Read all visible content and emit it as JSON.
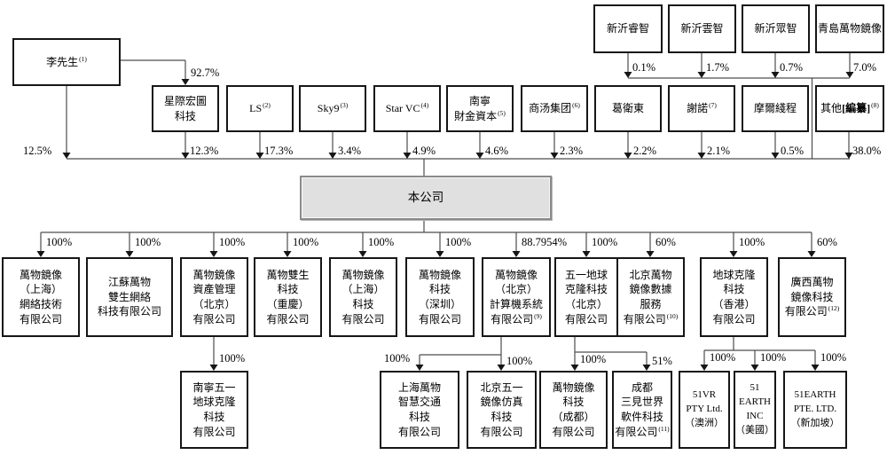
{
  "diagram": {
    "title": "shareholding-structure",
    "company_fill": "#e0e0e0",
    "line_color": "#4d4d4d",
    "border_color": "#161616"
  },
  "nodes": {
    "founder": {
      "text": "李先生",
      "note": "(1)",
      "pct": "12.5%"
    },
    "xinyi_ruizhi": {
      "text": "新沂睿智",
      "pct": "0.1%"
    },
    "xinyi_yunzhi": {
      "text": "新沂雲智",
      "pct": "1.7%"
    },
    "xinyi_zhongzhi": {
      "text": "新沂眾智",
      "pct": "0.7%"
    },
    "qingdao_wanwu": {
      "text": "青島萬物鏡像",
      "pct": "7.0%"
    },
    "xingji": {
      "text": "星際宏圖\n科技",
      "pct_from_founder": "92.7%",
      "pct": "12.3%"
    },
    "ls": {
      "text": "LS",
      "note": "(2)",
      "pct": "17.3%"
    },
    "sky9": {
      "text": "Sky9",
      "note": "(3)",
      "pct": "3.4%"
    },
    "star_vc": {
      "text": "Star VC",
      "note": "(4)",
      "pct": "4.9%"
    },
    "nanning_caijin": {
      "text": "南寧\n財金資本",
      "note": "(5)",
      "pct": "4.6%"
    },
    "shangtang": {
      "text": "商汤集团",
      "note": "(6)",
      "pct": "2.3%"
    },
    "ge_weidong": {
      "text": "葛衛東",
      "pct": "2.2%"
    },
    "xie_nuo": {
      "text": "謝諾",
      "note": "(7)",
      "pct": "2.1%"
    },
    "moore_threads": {
      "text": "摩爾綫程",
      "pct": "0.5%"
    },
    "others": {
      "text": "其他",
      "redacted": "[編纂]",
      "note": "(8)",
      "pct": "38.0%"
    },
    "company": {
      "text": "本公司"
    },
    "sub_shanghai_network": {
      "text": "萬物鏡像\n（上海）\n網絡技術\n有限公司",
      "pct": "100%"
    },
    "sub_jiangsu": {
      "text": "江蘇萬物\n雙生網絡\n科技有限公司",
      "pct": "100%"
    },
    "sub_asset_beijing": {
      "text": "萬物鏡像\n資產管理\n（北京）\n有限公司",
      "pct": "100%"
    },
    "sub_chongqing": {
      "text": "萬物雙生\n科技\n（重慶）\n有限公司",
      "pct": "100%"
    },
    "sub_shanghai_tech": {
      "text": "萬物鏡像\n（上海）\n科技\n有限公司",
      "pct": "100%"
    },
    "sub_shenzhen": {
      "text": "萬物鏡像\n科技\n（深圳）\n有限公司",
      "pct": "100%"
    },
    "sub_beijing_computer": {
      "text": "萬物鏡像\n（北京）\n計算機系統\n有限公司",
      "note": "(9)",
      "pct": "88.7954%"
    },
    "sub_51_earth_clone_bj": {
      "text": "五一地球\n克隆科技\n（北京）\n有限公司",
      "pct": "100%"
    },
    "sub_beijing_data": {
      "text": "北京萬物\n鏡像數據\n服務\n有限公司",
      "note": "(10)",
      "pct": "60%"
    },
    "sub_earth_clone_hk": {
      "text": "地球克隆\n科技\n（香港）\n有限公司",
      "pct": "100%"
    },
    "sub_guangxi": {
      "text": "廣西萬物\n鏡像科技\n有限公司",
      "note": "(12)",
      "pct": "60%"
    },
    "sub2_nanning51": {
      "text": "南寧五一\n地球克隆\n科技\n有限公司",
      "pct": "100%"
    },
    "sub2_shanghai_traffic": {
      "text": "上海萬物\n智慧交通\n科技\n有限公司",
      "pct": "100%"
    },
    "sub2_beijing_sim": {
      "text": "北京五一\n鏡像仿真\n科技\n有限公司",
      "pct": "100%"
    },
    "sub2_chengdu": {
      "text": "萬物鏡像\n科技\n（成都）\n有限公司",
      "pct": "100%"
    },
    "sub2_sanjian": {
      "text": "成都\n三見世界\n軟件科技\n有限公司",
      "note": "(11)",
      "pct": "51%"
    },
    "sub2_51vr_pty": {
      "text": "51VR\nPTY Ltd.\n（澳洲）",
      "pct": "100%"
    },
    "sub2_51_earth_inc": {
      "text": "51\nEARTH\nINC\n（美國）",
      "pct": "100%"
    },
    "sub2_51earth_pte": {
      "text": "51EARTH\nPTE. LTD.\n（新加坡）",
      "pct": "100%"
    }
  }
}
